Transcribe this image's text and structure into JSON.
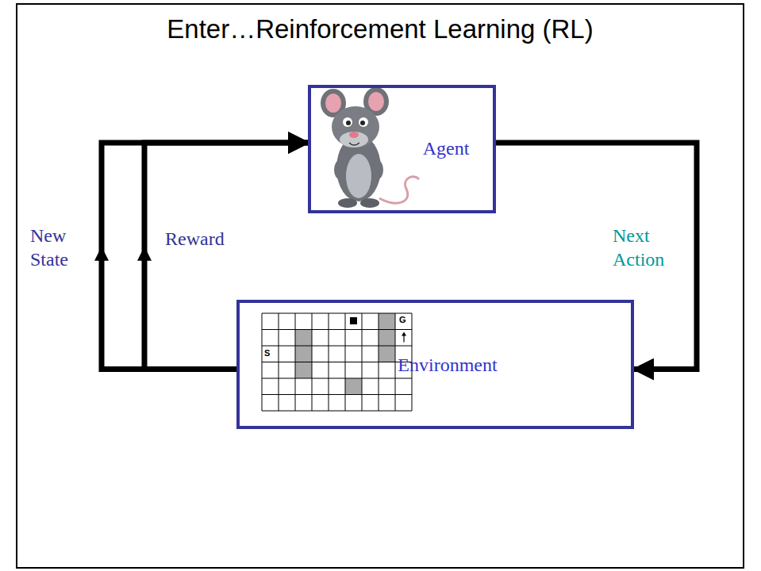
{
  "diagram": {
    "title": "Enter…Reinforcement Learning (RL)",
    "nodes": [
      {
        "text": [
          "Agent"
        ]
      },
      {
        "text": [
          "Environment"
        ]
      }
    ],
    "edges": [
      {
        "from": 0,
        "to": 1,
        "arrow": "to",
        "label": "Next Action"
      },
      {
        "from": 1,
        "to": 0,
        "arrow": "to",
        "label": "New State"
      },
      {
        "from": 1,
        "to": 0,
        "arrow": "to",
        "label": "Reward"
      }
    ],
    "labels": [
      "S",
      "G"
    ]
  }
}
